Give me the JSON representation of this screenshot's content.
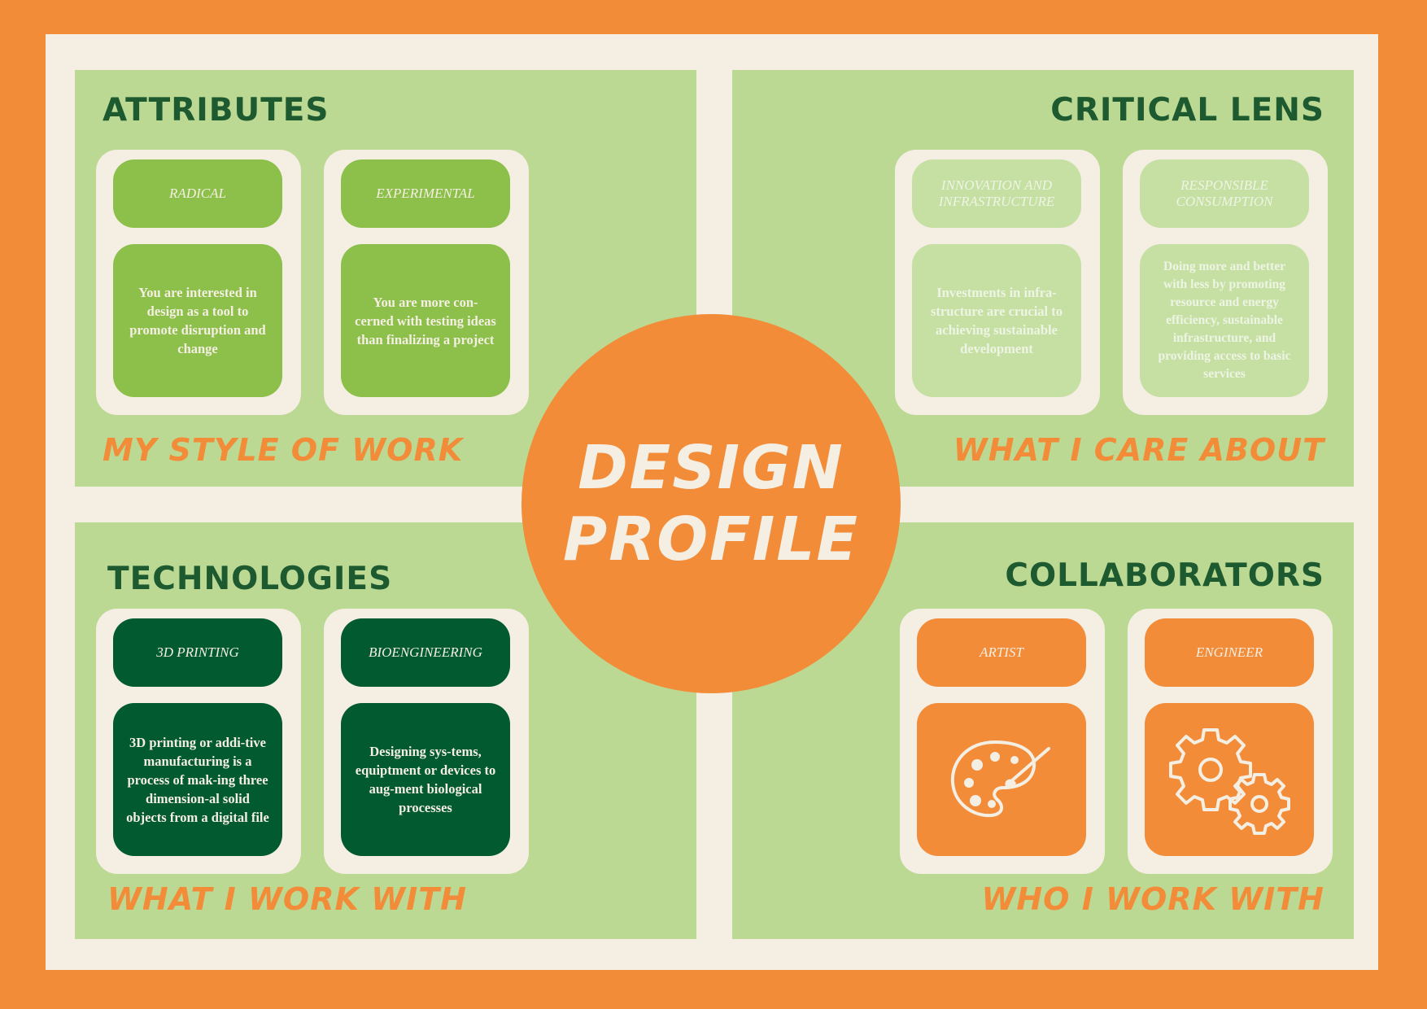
{
  "center": {
    "line1": "DESIGN",
    "line2": "PROFILE"
  },
  "attributes": {
    "title": "ATTRIBUTES",
    "subtitle": "MY STYLE OF WORK",
    "cards": [
      {
        "label": "RADICAL",
        "text": "You are interested in design as a tool to promote disruption and change"
      },
      {
        "label": "EXPERIMENTAL",
        "text": "You are more con-cerned with testing ideas than finalizing a project"
      }
    ]
  },
  "critical_lens": {
    "title": "CRITICAL LENS",
    "subtitle": "WHAT I CARE ABOUT",
    "cards": [
      {
        "label": "INNOVATION AND INFRASTRUCTURE",
        "text": "Investments in infra-structure are crucial to achieving sustainable development"
      },
      {
        "label": "RESPONSIBLE CONSUMPTION",
        "text": "Doing more and better with less by promoting resource and energy efficiency, sustainable infrastructure, and providing access to basic services"
      }
    ]
  },
  "technologies": {
    "title": "TECHNOLOGIES",
    "subtitle": "WHAT I WORK WITH",
    "cards": [
      {
        "label": "3D PRINTING",
        "text": "3D printing or addi-tive manufacturing is a process of mak-ing three dimension-al solid objects from a digital file"
      },
      {
        "label": "BIOENGINEERING",
        "text": "Designing sys-tems, equiptment or devices to aug-ment biological processes"
      }
    ]
  },
  "collaborators": {
    "title": "COLLABORATORS",
    "subtitle": "WHO I WORK WITH",
    "cards": [
      {
        "label": "ARTIST",
        "icon": "palette-icon"
      },
      {
        "label": "ENGINEER",
        "icon": "gears-icon"
      }
    ]
  },
  "colors": {
    "orange": "#f28c38",
    "cream": "#f5eee3",
    "panel_green": "#bcd994",
    "light_green": "#8cc04a",
    "dark_green": "#025a31",
    "heading_green": "#1e5a2f"
  }
}
